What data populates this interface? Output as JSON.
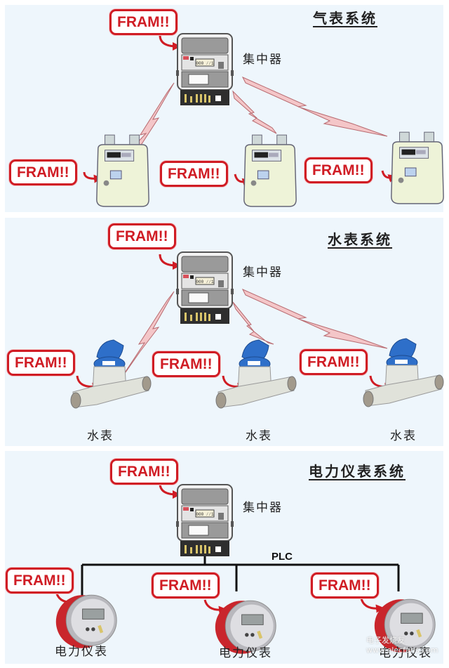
{
  "colors": {
    "panel_bg": "#eef6fc",
    "fram_red": "#d01c24",
    "bolt_fill": "#f4c6c8",
    "bolt_stroke": "#b86a70",
    "plc_line": "#111111"
  },
  "panels": [
    {
      "title": "气表系统",
      "hub_label": "集中器",
      "hub_callout": "FRAM!!",
      "link_type": "wireless",
      "devices": [
        {
          "type": "gas-meter",
          "callout": "FRAM!!",
          "label": ""
        },
        {
          "type": "gas-meter",
          "callout": "FRAM!!",
          "label": ""
        },
        {
          "type": "gas-meter",
          "callout": "FRAM!!",
          "label": ""
        }
      ]
    },
    {
      "title": "水表系统",
      "hub_label": "集中器",
      "hub_callout": "FRAM!!",
      "link_type": "wireless",
      "devices": [
        {
          "type": "water-meter",
          "callout": "FRAM!!",
          "label": "水表"
        },
        {
          "type": "water-meter",
          "callout": "FRAM!!",
          "label": "水表"
        },
        {
          "type": "water-meter",
          "callout": "FRAM!!",
          "label": "水表"
        }
      ]
    },
    {
      "title": "电力仪表系统",
      "hub_label": "集中器",
      "hub_callout": "FRAM!!",
      "link_type": "wired",
      "bus_label": "PLC",
      "devices": [
        {
          "type": "power-meter",
          "callout": "FRAM!!",
          "label": "电力仪表"
        },
        {
          "type": "power-meter",
          "callout": "FRAM!!",
          "label": "电力仪表"
        },
        {
          "type": "power-meter",
          "callout": "FRAM!!",
          "label": "电力仪表"
        }
      ]
    }
  ],
  "hub_display": "000 ⁄⁄1",
  "watermark": "电子发烧友 www.elecfans.com"
}
